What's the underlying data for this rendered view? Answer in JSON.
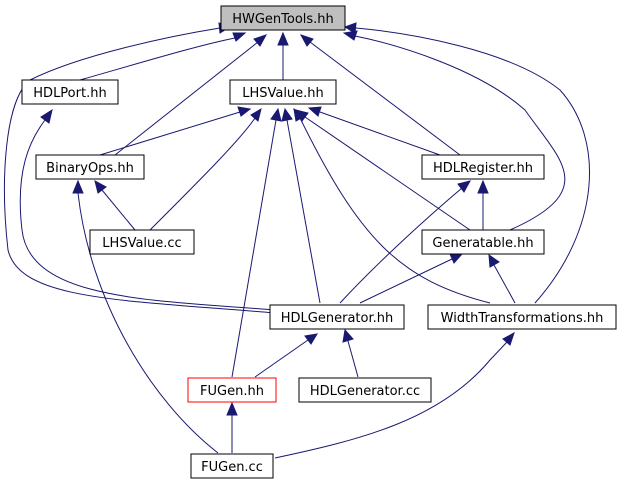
{
  "nodes": {
    "hwgentools": {
      "label": "HWGenTools.hh"
    },
    "hdlport": {
      "label": "HDLPort.hh"
    },
    "lhsvalue_hh": {
      "label": "LHSValue.hh"
    },
    "binaryops": {
      "label": "BinaryOps.hh"
    },
    "hdlregister": {
      "label": "HDLRegister.hh"
    },
    "lhsvalue_cc": {
      "label": "LHSValue.cc"
    },
    "generatable": {
      "label": "Generatable.hh"
    },
    "hdlgenerator_hh": {
      "label": "HDLGenerator.hh"
    },
    "widthtransformations": {
      "label": "WidthTransformations.hh"
    },
    "fugen_hh": {
      "label": "FUGen.hh"
    },
    "hdlgenerator_cc": {
      "label": "HDLGenerator.cc"
    },
    "fugen_cc": {
      "label": "FUGen.cc"
    }
  },
  "colors": {
    "edge": "#191970",
    "focus_fill": "#bfbfbf",
    "highlight_border": "#ff0000",
    "node_border": "#000000"
  }
}
